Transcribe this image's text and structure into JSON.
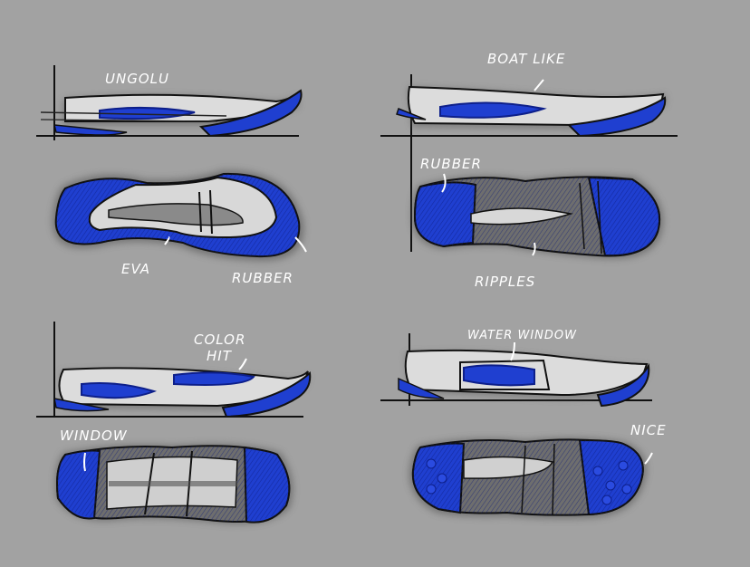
{
  "annotations": {
    "top_left_label": "UNGOLU",
    "eva": "EVA",
    "rubber_left": "RUBBER",
    "boat_like": "BOAT LIKE",
    "rubber_right": "RUBBER",
    "ripples": "RIPPLES",
    "color_hit_line1": "COLOR",
    "color_hit_line2": "HIT",
    "window_left": "WINDOW",
    "water_window": "WATER WINDOW",
    "nice": "NICE"
  },
  "colors": {
    "background": "#a2a2a2",
    "accent_blue": "#1f3fd0",
    "dark_blue": "#0d1f8a",
    "midsole_light": "#dcdcdc",
    "outline": "#111111",
    "shadow": "#5c5c5c",
    "outsole_gray": "#6e6e6e"
  }
}
